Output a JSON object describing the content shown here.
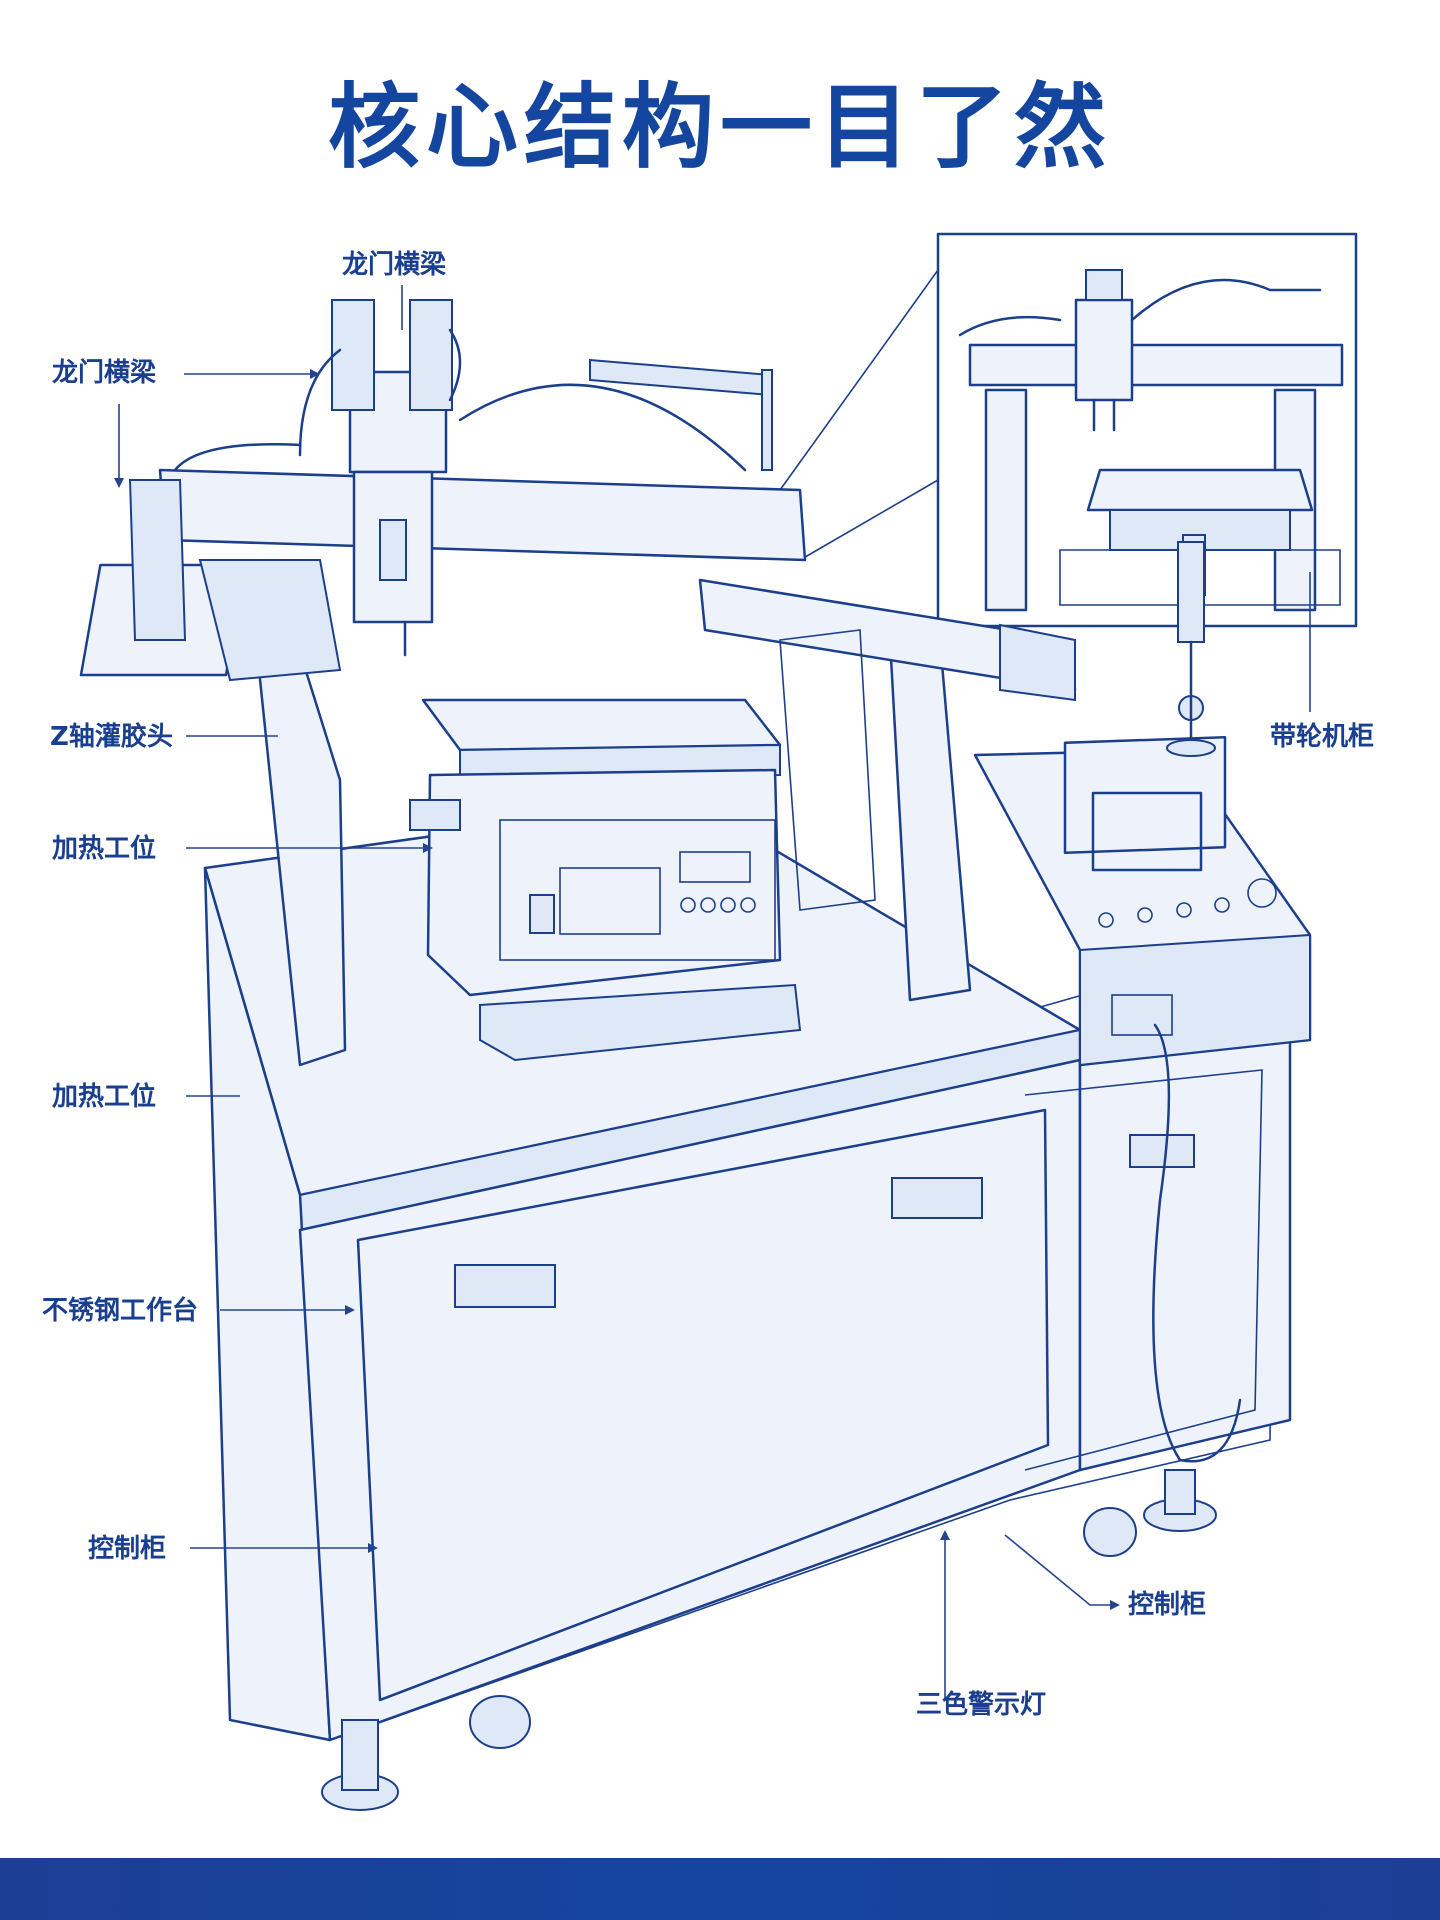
{
  "title": "核心结构一目了然",
  "labels": {
    "gantry_top": "龙门横梁",
    "gantry_left": "龙门横梁",
    "z_axis_head": "Z轴灌胶头",
    "heating_station_1": "加热工位",
    "heating_station_2": "加热工位",
    "stainless_table": "不锈钢工作台",
    "control_cabinet_left": "控制柜",
    "wheeled_cabinet": "带轮机柜",
    "control_cabinet_right": "控制柜",
    "tri_color_light": "三色警示灯"
  },
  "colors": {
    "primary": "#1446a0",
    "line": "#1c3f8c",
    "footer": "#1c3f94"
  }
}
